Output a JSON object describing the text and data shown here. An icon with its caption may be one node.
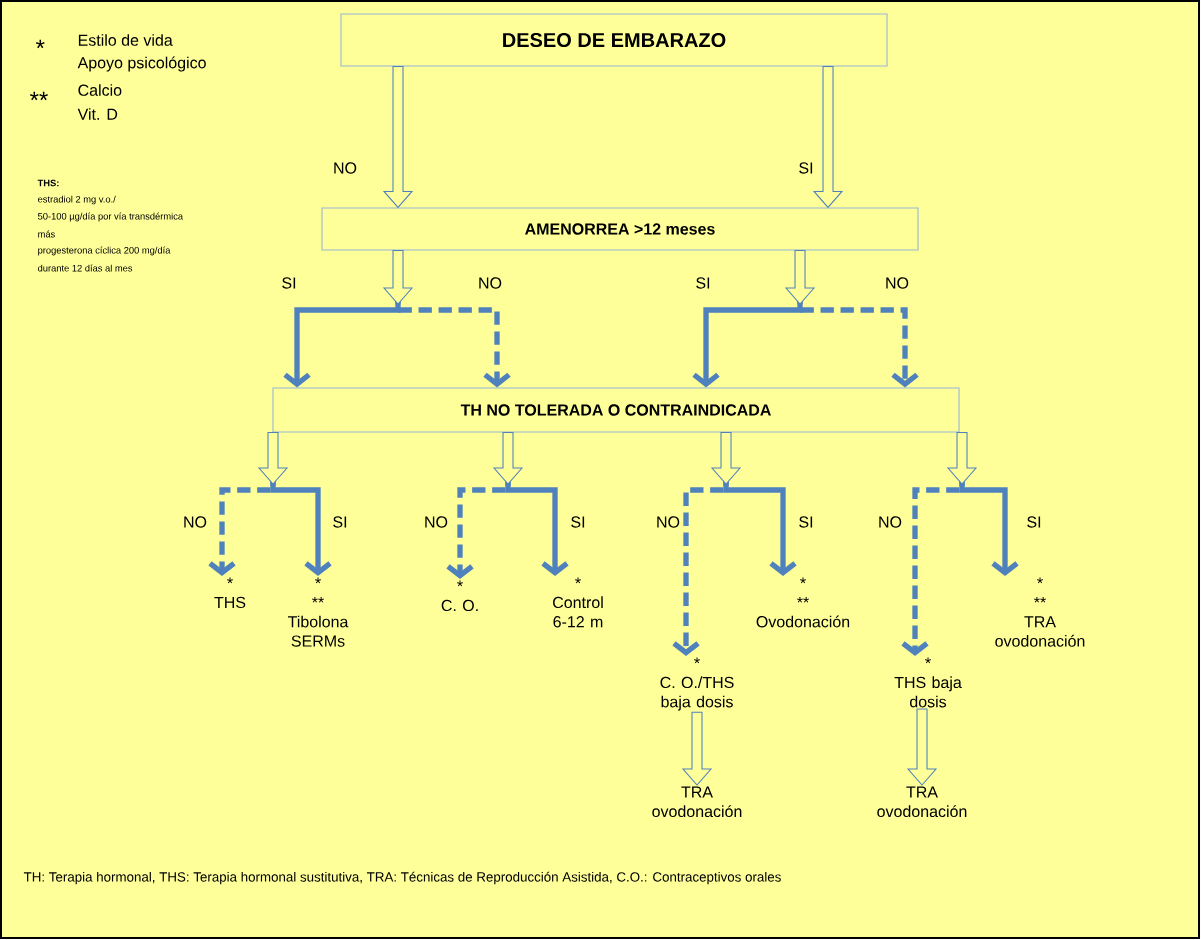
{
  "diagram": {
    "nodes": [
      {
        "text": [
          "DESEO DE EMBARAZO"
        ]
      },
      {
        "text": [
          "AMENORREA >12 meses"
        ]
      },
      {
        "text": [
          "TH NO TOLERADA O CONTRAINDICADA"
        ]
      },
      {
        "text": [
          "*",
          "THS"
        ]
      },
      {
        "text": [
          "*",
          "**",
          "Tibolona SERMs"
        ]
      },
      {
        "text": [
          "*",
          "C. O."
        ]
      },
      {
        "text": [
          "*",
          "Control 6-12 m"
        ]
      },
      {
        "text": [
          "*",
          "C. O./THS baja dosis"
        ]
      },
      {
        "text": [
          "*",
          "**",
          "Ovodonación"
        ]
      },
      {
        "text": [
          "*",
          "THS baja dosis"
        ]
      },
      {
        "text": [
          "*",
          "**",
          "TRA ovodonación"
        ]
      },
      {
        "text": [
          "TRA ovodonación"
        ]
      },
      {
        "text": [
          "TRA ovodonación"
        ]
      }
    ],
    "edges": [
      {
        "from": 0,
        "to": 1,
        "arrow": "to",
        "label": "NO"
      },
      {
        "from": 0,
        "to": 1,
        "arrow": "to",
        "label": "SI"
      },
      {
        "from": 1,
        "to": 2,
        "arrow": "to",
        "label": "SI"
      },
      {
        "from": 1,
        "to": 2,
        "arrow": "to",
        "label": "NO",
        "style": "dashed"
      },
      {
        "from": 1,
        "to": 2,
        "arrow": "to",
        "label": "SI"
      },
      {
        "from": 1,
        "to": 2,
        "arrow": "to",
        "label": "NO",
        "style": "dashed"
      },
      {
        "from": 2,
        "to": 3,
        "arrow": "to",
        "label": "NO",
        "style": "dashed"
      },
      {
        "from": 2,
        "to": 4,
        "arrow": "to",
        "label": "SI"
      },
      {
        "from": 2,
        "to": 5,
        "arrow": "to",
        "label": "NO",
        "style": "dashed"
      },
      {
        "from": 2,
        "to": 6,
        "arrow": "to",
        "label": "SI"
      },
      {
        "from": 2,
        "to": 7,
        "arrow": "to",
        "label": "NO",
        "style": "dashed"
      },
      {
        "from": 2,
        "to": 8,
        "arrow": "to",
        "label": "SI"
      },
      {
        "from": 2,
        "to": 9,
        "arrow": "to",
        "label": "NO",
        "style": "dashed"
      },
      {
        "from": 2,
        "to": 10,
        "arrow": "to",
        "label": "SI"
      },
      {
        "from": 7,
        "to": 11,
        "arrow": "to"
      },
      {
        "from": 9,
        "to": 12,
        "arrow": "to"
      }
    ],
    "labels": [
      "*",
      "Estilo de vida",
      "Apoyo psicológico",
      "**",
      "Calcio",
      "Vit. D",
      "THS:",
      "estradiol 2 mg v.o./",
      "50-100 µg/día por vía transdérmica",
      "más",
      "progesterona cíclica 200 mg/día",
      "durante 12 días al mes",
      "TH: Terapia hormonal, THS: Terapia hormonal sustitutiva, TRA: Técnicas de Reproducción Asistida, C.O.: Contraceptivos orales"
    ]
  }
}
